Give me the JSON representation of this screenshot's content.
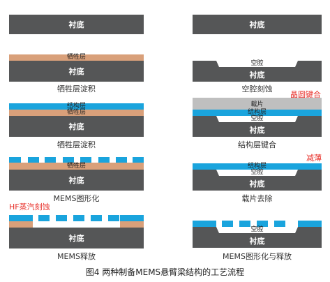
{
  "labels": {
    "substrate": "衬底",
    "sacrificial": "牺牲层",
    "structural": "结构层",
    "cavity": "空腔",
    "carrier": "载片"
  },
  "left_steps": [
    "牺牲层淀积",
    "牺牲层淀积",
    "MEMS图形化",
    "MEMS释放"
  ],
  "right_steps": [
    "空腔刻蚀",
    "结构层键合",
    "载片去除",
    "MEMS图形化与释放"
  ],
  "annotations": {
    "hf_etch": "HF蒸汽刻蚀",
    "wafer_bond": "晶圆键合",
    "thinning": "减薄"
  },
  "figure_caption": "图4 两种制备MEMS悬臂梁结构的工艺流程",
  "colors": {
    "substrate": "#555657",
    "sacrificial": "#d9a07a",
    "structural": "#1aa4dd",
    "carrier": "#bfbfbf",
    "annotation": "#e8302a"
  }
}
